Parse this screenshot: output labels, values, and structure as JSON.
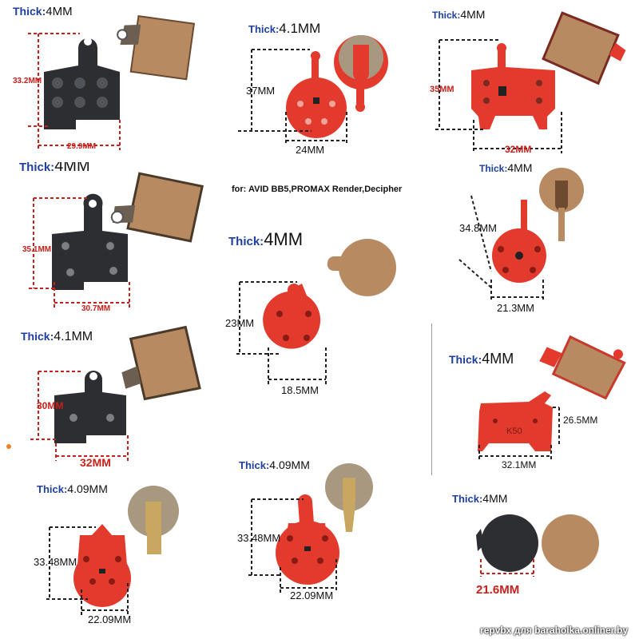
{
  "thick_label": "Thick:",
  "colors": {
    "label_blue": "#1f3f9e",
    "dimension_red": "#c8201b",
    "pad_red": "#e23a2c",
    "pad_black": "#2c2e31",
    "compound_tan": "#b88a62"
  },
  "icons": [
    "disc-brake-pad-image"
  ],
  "panels": [
    {
      "thickness": "4MM",
      "dims": [
        "33.2MM",
        "29.9MM"
      ]
    },
    {
      "thickness": "4.1MM",
      "dims": [
        "37MM",
        "24MM"
      ]
    },
    {
      "thickness": "4MM",
      "dims": [
        "35MM",
        "32MM"
      ]
    },
    {
      "thickness": "4MM",
      "dims": [
        "35.1MM",
        "30.7MM"
      ]
    },
    {
      "thickness": "4MM",
      "dims": [
        "23MM",
        "18.5MM"
      ],
      "note": "for: AVID BB5,PROMAX Render,Decipher"
    },
    {
      "thickness": "4MM",
      "dims": [
        "34.8MM",
        "21.3MM"
      ]
    },
    {
      "thickness": "4.1MM",
      "dims": [
        "30MM",
        "32MM"
      ]
    },
    {
      "thickness": "4MM",
      "dims": [
        "26.5MM",
        "32.1MM"
      ],
      "pad_mark": "K50"
    },
    {
      "thickness": "4.09MM",
      "dims": [
        "33.48MM",
        "22.09MM"
      ]
    },
    {
      "thickness": "4.09MM",
      "dims": [
        "33.48MM",
        "22.09MM"
      ]
    },
    {
      "thickness": "4MM",
      "dims": [
        "21.6MM"
      ]
    }
  ],
  "watermark": "repvbx для baraholka.onliner.by"
}
